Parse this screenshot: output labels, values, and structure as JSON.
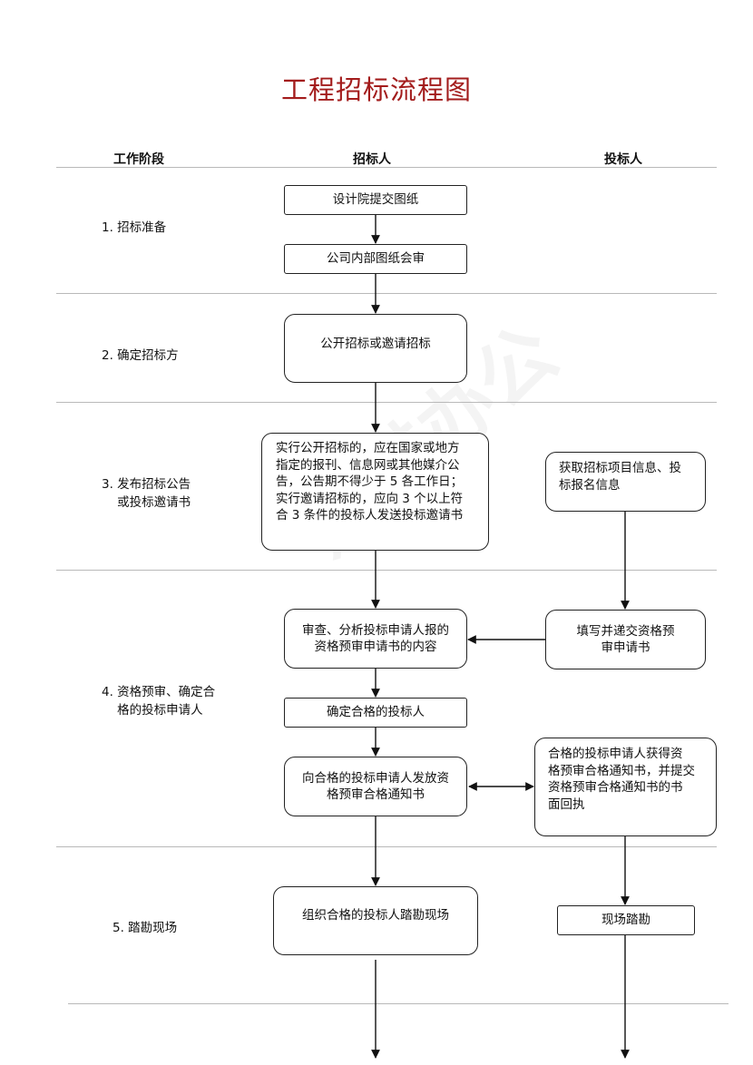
{
  "title": "工程招标流程图",
  "columns": {
    "stage": "工作阶段",
    "tenderer": "招标人",
    "bidder": "投标人"
  },
  "stages": [
    "1. 招标准备",
    "2. 确定招标方",
    "3. 发布招标公告\n    或投标邀请书",
    "4. 资格预审、确定合\n    格的投标申请人",
    "5. 踏勘现场"
  ],
  "boxes": {
    "design_submit": "设计院提交图纸",
    "internal_review": "公司内部图纸会审",
    "open_or_invite": "公开招标或邀请招标",
    "announce_rules": "实行公开招标的，应在国家或地方\n指定的报刊、信息网或其他媒介公\n告，公告期不得少于 5 各工作日；\n实行邀请招标的，应向 3 个以上符\n合 3 条件的投标人发送投标邀请书",
    "review_application": "审查、分析投标申请人报的\n资格预审申请书的内容",
    "confirm_bidder": "确定合格的投标人",
    "send_notice": "向合格的投标申请人发放资\n格预审合格通知书",
    "organize_site_visit": "组织合格的投标人踏勘现场",
    "get_info": "获取招标项目信息、投\n标报名信息",
    "fill_submit": "填写并递交资格预\n审申请书",
    "receive_notice": "合格的投标申请人获得资\n格预审合格通知书，并提交\n资格预审合格通知书的书\n面回执",
    "site_visit": "现场踏勘"
  }
}
